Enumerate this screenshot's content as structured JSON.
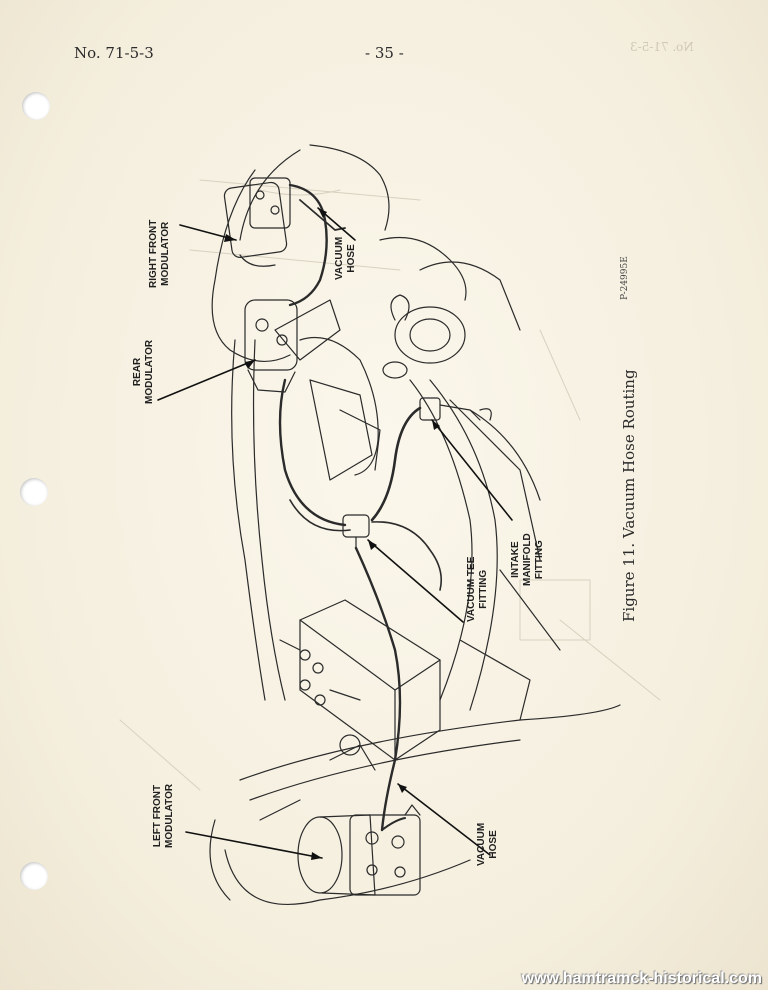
{
  "header": {
    "doc_number": "No. 71-5-3",
    "page_number": "- 35 -"
  },
  "figure": {
    "caption": "Figure 11.   Vacuum Hose Routing",
    "part_number": "P-24995E",
    "callouts": {
      "right_front_modulator": [
        "RIGHT FRONT",
        "MODULATOR"
      ],
      "vacuum_hose_top": [
        "VACUUM",
        "HOSE"
      ],
      "rear_modulator": [
        "REAR",
        "MODULATOR"
      ],
      "intake_manifold_fitting": [
        "INTAKE",
        "MANIFOLD",
        "FITTING"
      ],
      "vacuum_tee_fitting": [
        "VACUUM TEE",
        "FITTING"
      ],
      "left_front_modulator": [
        "LEFT FRONT",
        "MODULATOR"
      ],
      "vacuum_hose_bottom": [
        "VACUUM",
        "HOSE"
      ]
    }
  },
  "watermark": "www.hamtramck-historical.com"
}
